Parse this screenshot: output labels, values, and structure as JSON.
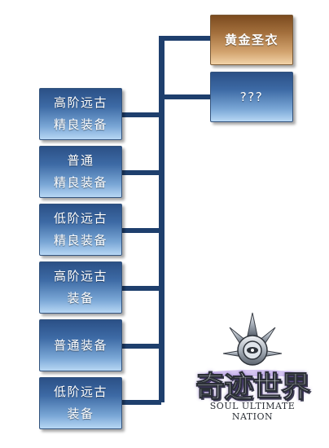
{
  "diagram": {
    "left_items": [
      {
        "lines": [
          "高阶远古",
          "精良装备"
        ]
      },
      {
        "lines": [
          "普通",
          "精良装备"
        ]
      },
      {
        "lines": [
          "低阶远古",
          "精良装备"
        ]
      },
      {
        "lines": [
          "高阶远古",
          "装备"
        ]
      },
      {
        "lines": [
          "普通装备"
        ]
      },
      {
        "lines": [
          "低阶远古",
          "装备"
        ]
      }
    ],
    "right_items": [
      {
        "label": "黄金圣衣",
        "style": "gold"
      },
      {
        "label": "???",
        "style": "blue"
      }
    ],
    "colors": {
      "connector": "#1e3f6d",
      "box_blue_top": "#2b5086",
      "box_blue_bottom": "#b7d7f4",
      "box_gold_top": "#7b4b1f",
      "box_gold_bottom": "#f2d3a8"
    }
  },
  "logo": {
    "title": "奇迹世界",
    "subtitle": "SOUL ULTIMATE NATION",
    "emblem_icon": "star-eye-emblem-icon"
  }
}
